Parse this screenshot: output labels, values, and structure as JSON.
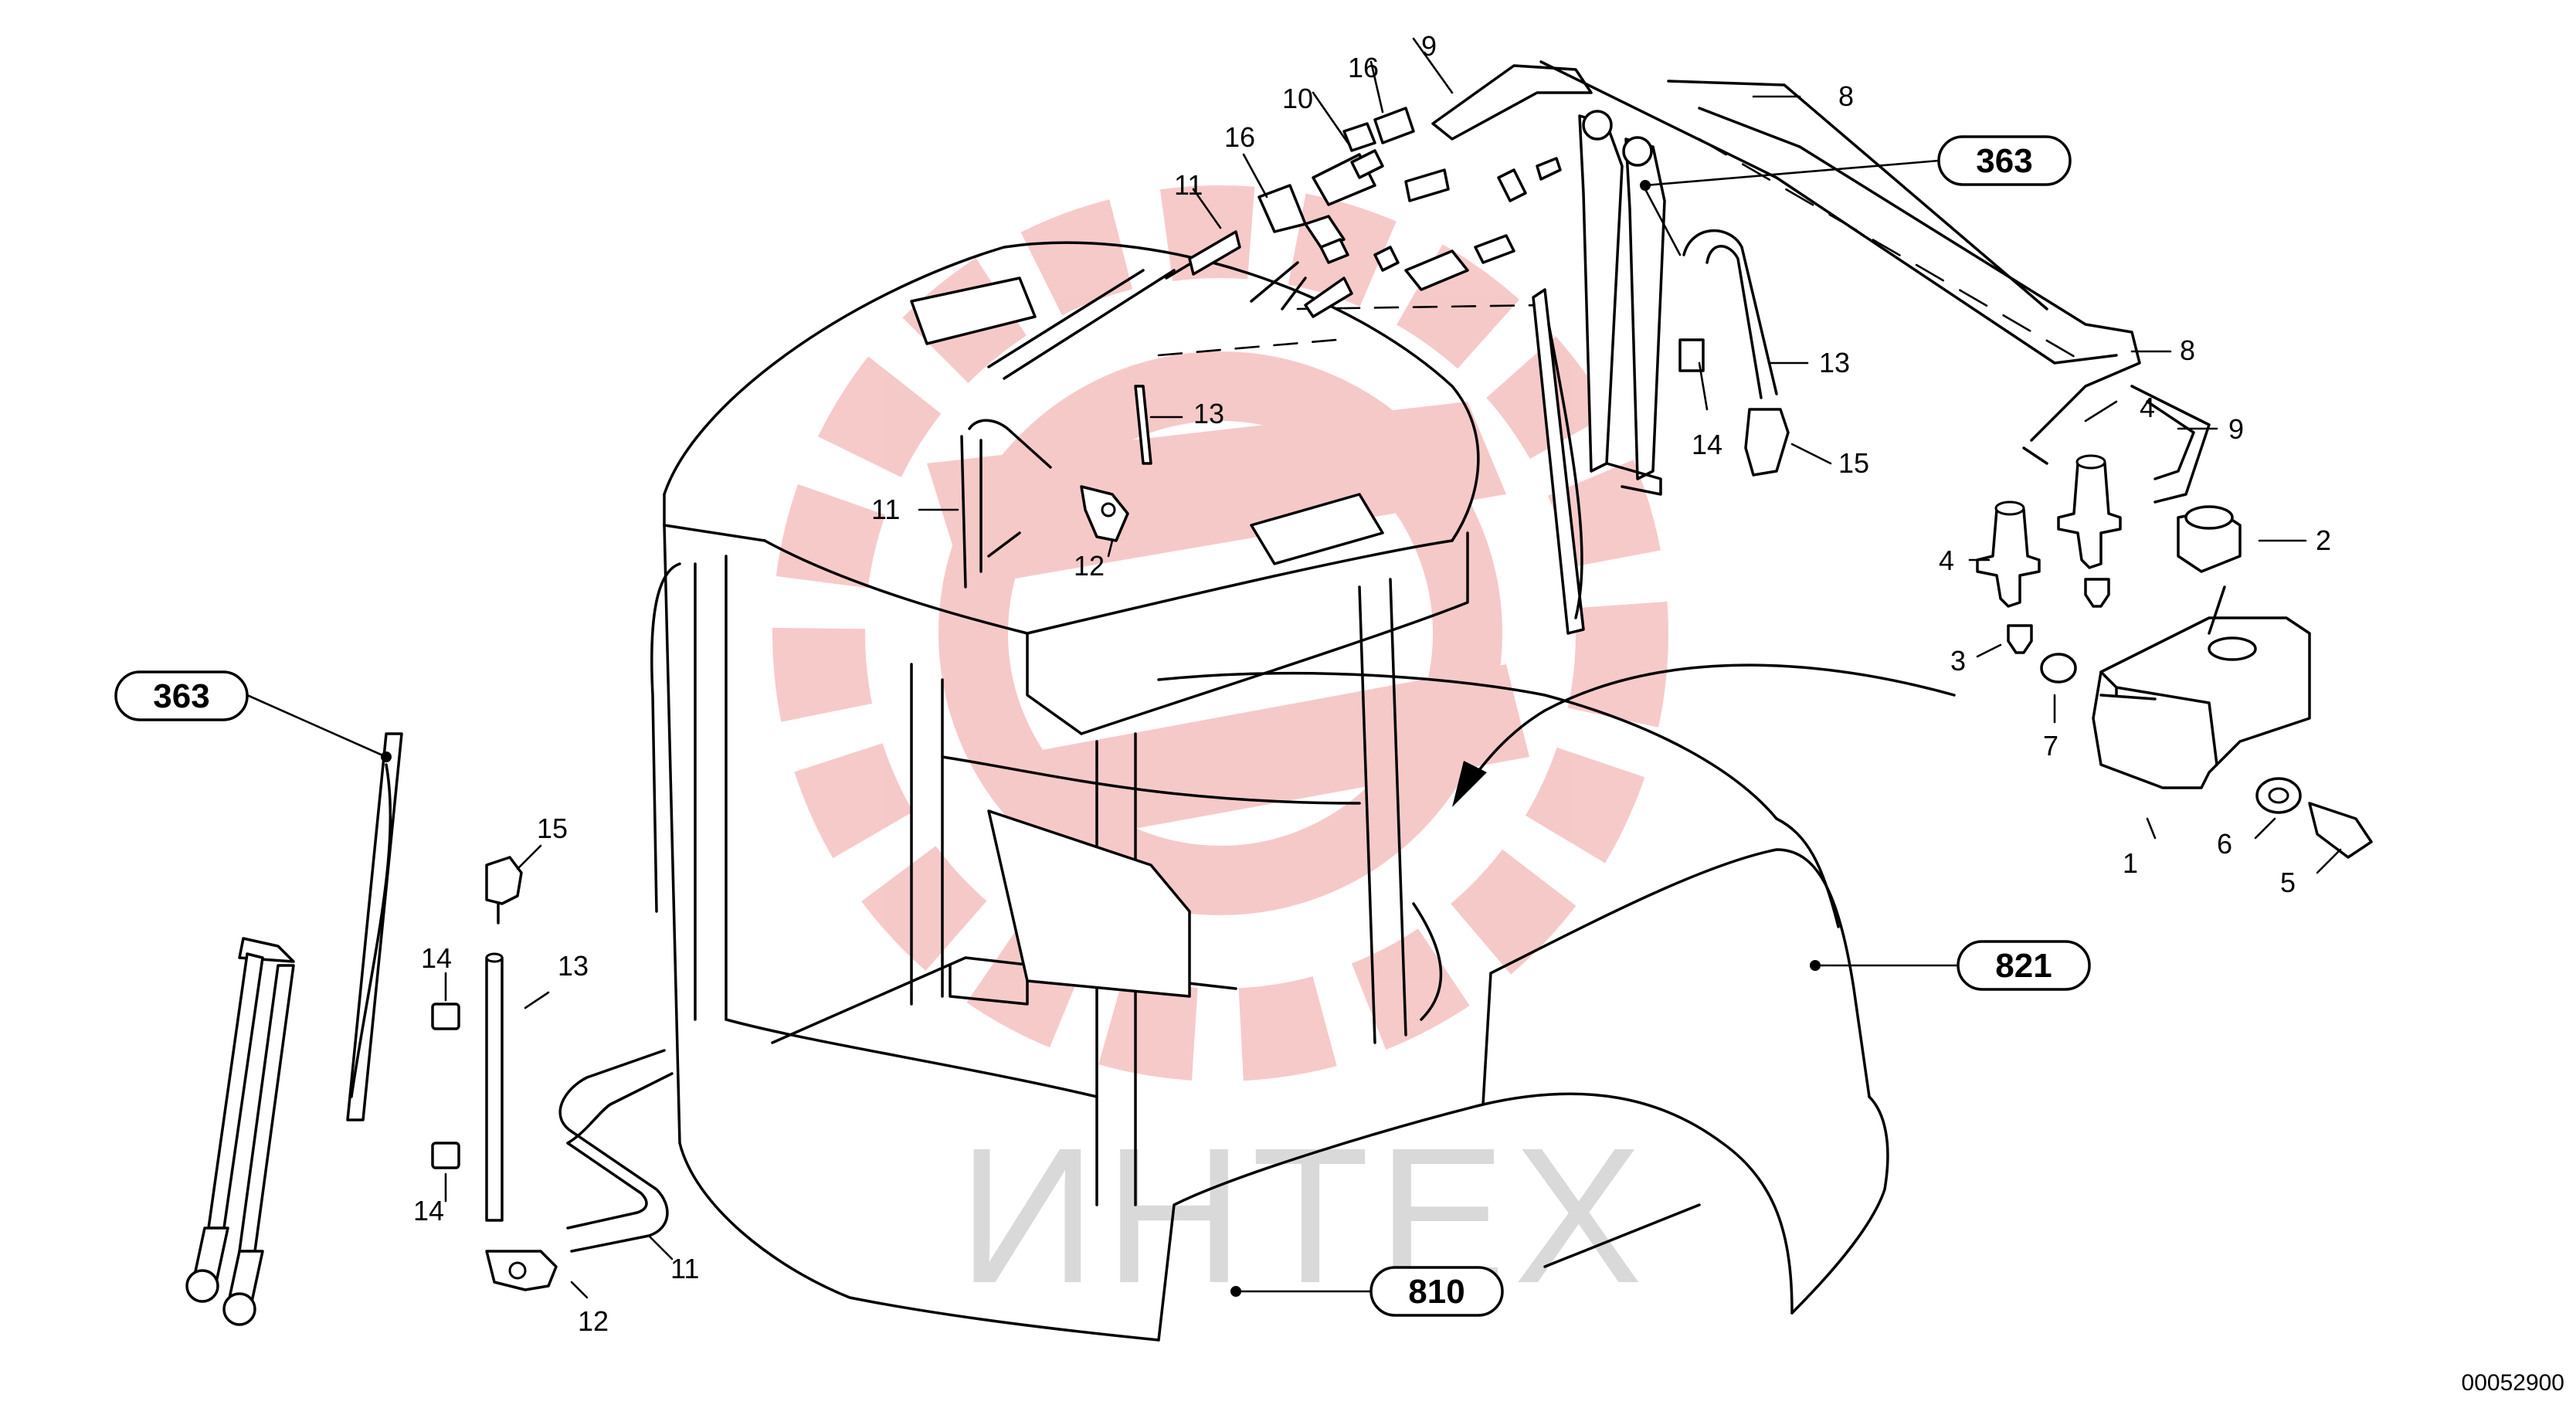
{
  "watermark": {
    "text": "ИНТЕХ",
    "color": "#d9d9d9",
    "logo_color": "#f6c4c4"
  },
  "document_number": "00052900",
  "reference_callouts": [
    {
      "id": "ref-363-top",
      "label": "363"
    },
    {
      "id": "ref-363-left",
      "label": "363"
    },
    {
      "id": "ref-821",
      "label": "821"
    },
    {
      "id": "ref-810",
      "label": "810"
    }
  ],
  "part_labels": [
    "1",
    "2",
    "3",
    "4",
    "4",
    "5",
    "6",
    "7",
    "8",
    "8",
    "9",
    "9",
    "10",
    "11",
    "11",
    "11",
    "12",
    "12",
    "13",
    "13",
    "13",
    "14",
    "14",
    "14",
    "15",
    "15",
    "16",
    "16"
  ]
}
